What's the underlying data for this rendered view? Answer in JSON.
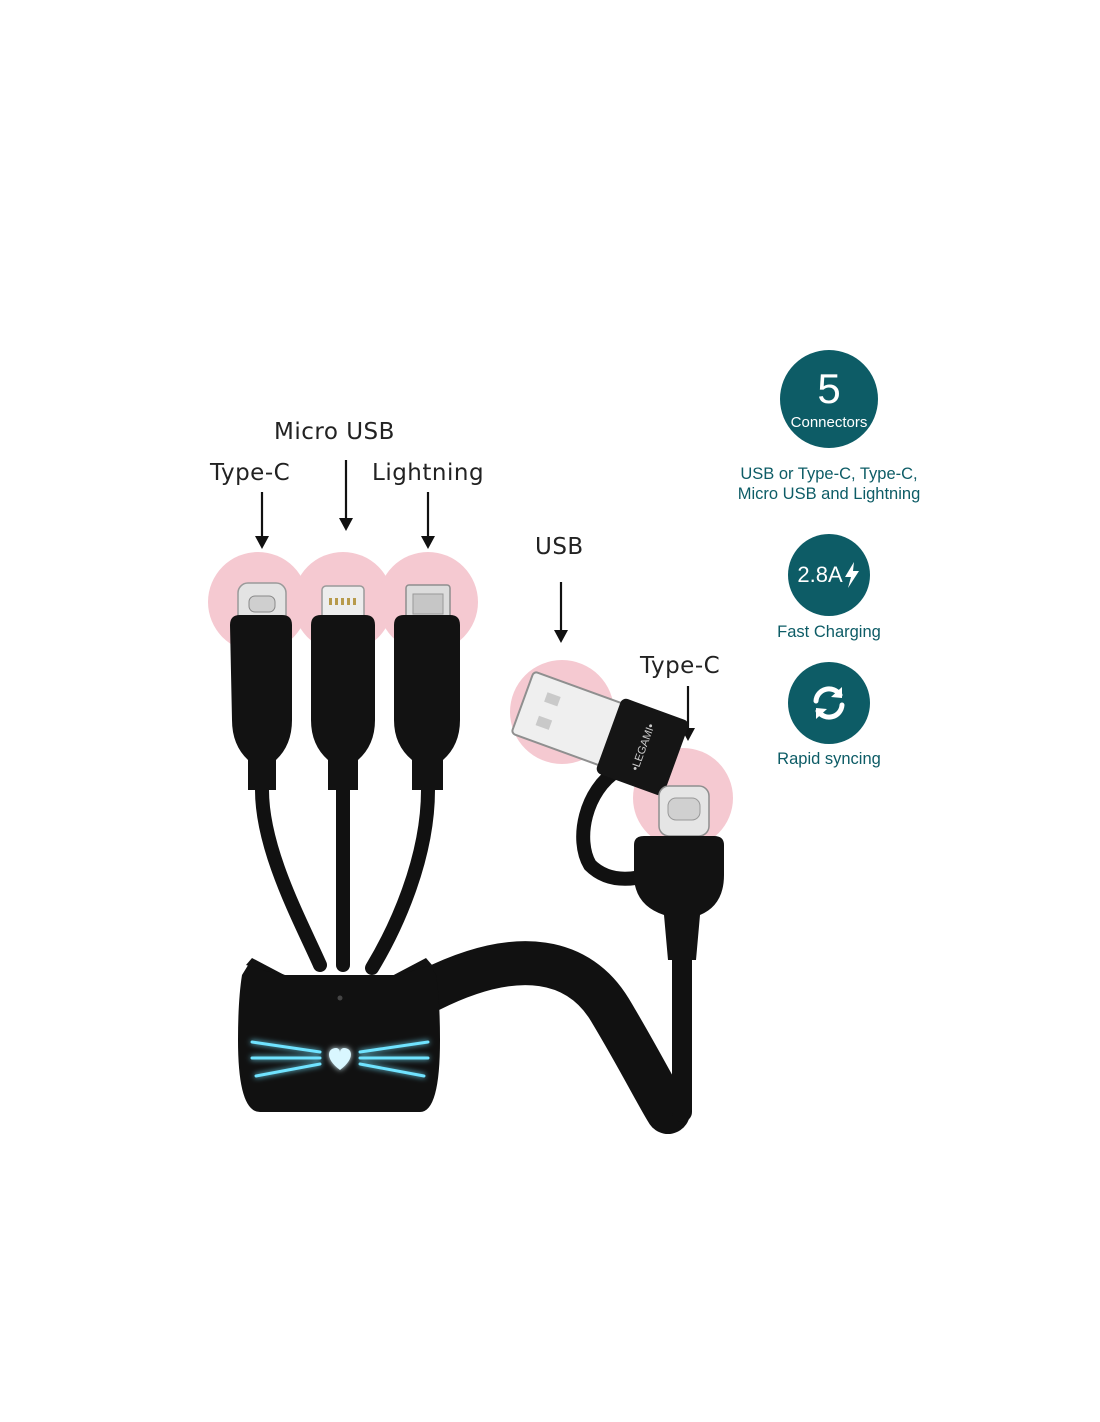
{
  "labels": {
    "type_c_left": "Type-C",
    "micro_usb": "Micro USB",
    "lightning": "Lightning",
    "usb": "USB",
    "type_c_right": "Type-C"
  },
  "brand_on_plug": "•LEGAMI•",
  "features": {
    "connectors": {
      "number": "5",
      "title": "Connectors",
      "line1": "USB or Type-C, Type-C,",
      "line2": "Micro USB and Lightning"
    },
    "charging": {
      "value": "2.8A",
      "caption": "Fast Charging",
      "icon": "lightning-bolt-icon"
    },
    "syncing": {
      "caption": "Rapid syncing",
      "icon": "sync-arrows-icon"
    }
  },
  "colors": {
    "accent_teal": "#0d5c66",
    "highlight_pink": "#f5c9d1",
    "cable_black": "#111111",
    "glow_blue": "#6fe3ff"
  }
}
